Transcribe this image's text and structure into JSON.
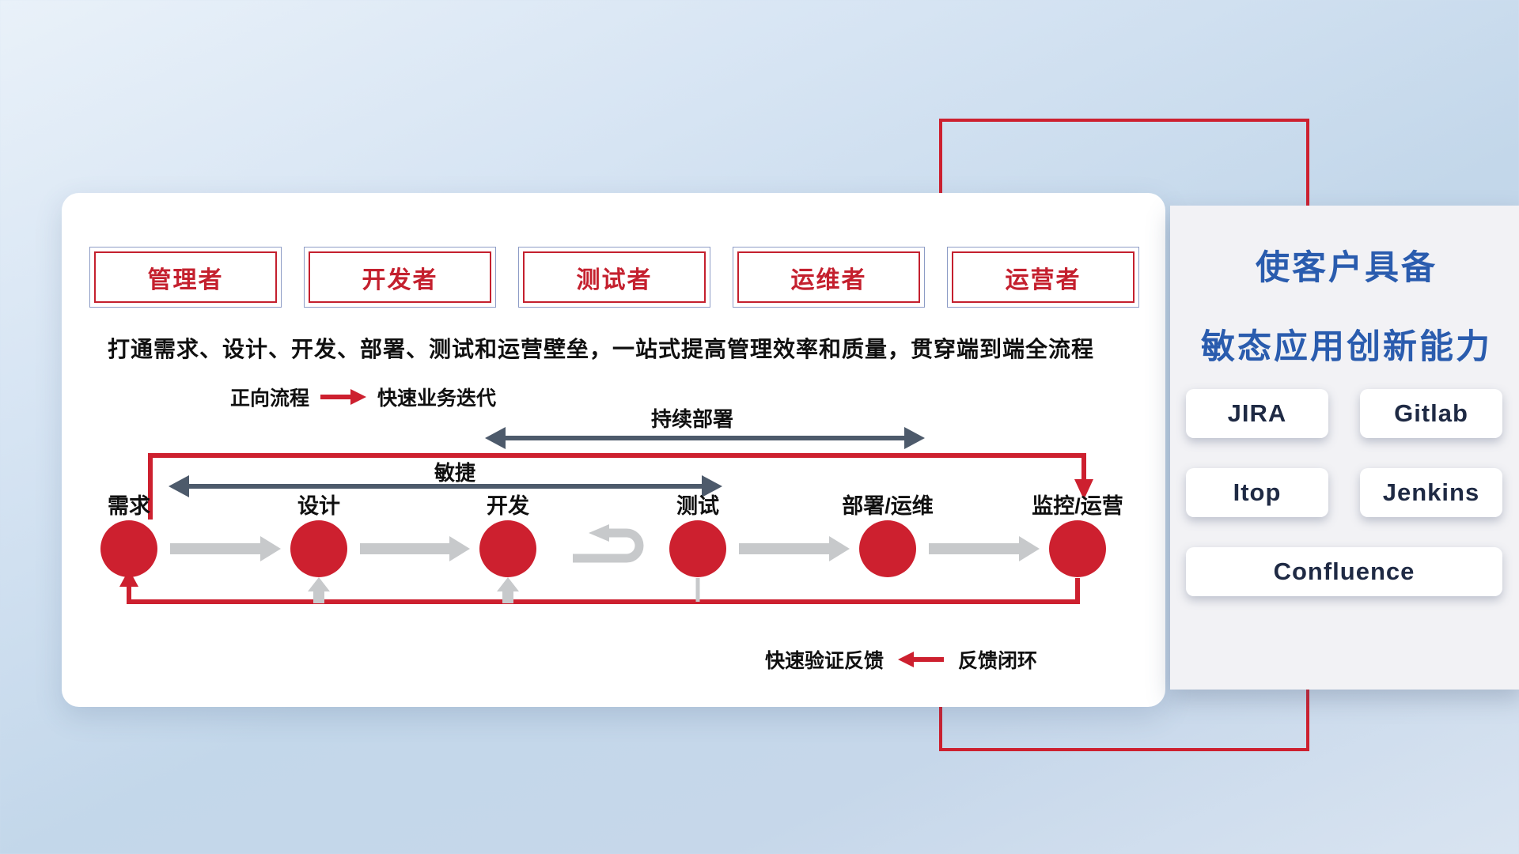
{
  "colors": {
    "accent_red": "#cd202f",
    "title_blue": "#2a5cae",
    "arrow_gray": "#c7c9cb",
    "span_dark": "#4d5a6b",
    "role_red": "#c4202e",
    "role_blue": "#8d9cc6",
    "tool_navy": "#1f2a44"
  },
  "roles": [
    {
      "label": "管理者"
    },
    {
      "label": "开发者"
    },
    {
      "label": "测试者"
    },
    {
      "label": "运维者"
    },
    {
      "label": "运营者"
    }
  ],
  "subtitle": "打通需求、设计、开发、部署、测试和运营壁垒，一站式提高管理效率和质量，贯穿端到端全流程",
  "legend_forward": {
    "label": "正向流程",
    "desc": "快速业务迭代"
  },
  "span_arrows": {
    "continuous_deploy": "持续部署",
    "agile": "敏捷"
  },
  "stages": [
    {
      "label": "需求"
    },
    {
      "label": "设计"
    },
    {
      "label": "开发"
    },
    {
      "label": "测试"
    },
    {
      "label": "部署/运维"
    },
    {
      "label": "监控/运营"
    }
  ],
  "legend_feedback": {
    "label": "快速验证反馈",
    "desc": "反馈闭环"
  },
  "panel": {
    "title_line1": "使客户具备",
    "title_line2": "敏态应用创新能力",
    "tools": [
      {
        "label": "JIRA"
      },
      {
        "label": "Gitlab"
      },
      {
        "label": "Itop"
      },
      {
        "label": "Jenkins"
      },
      {
        "label": "Confluence"
      }
    ]
  }
}
